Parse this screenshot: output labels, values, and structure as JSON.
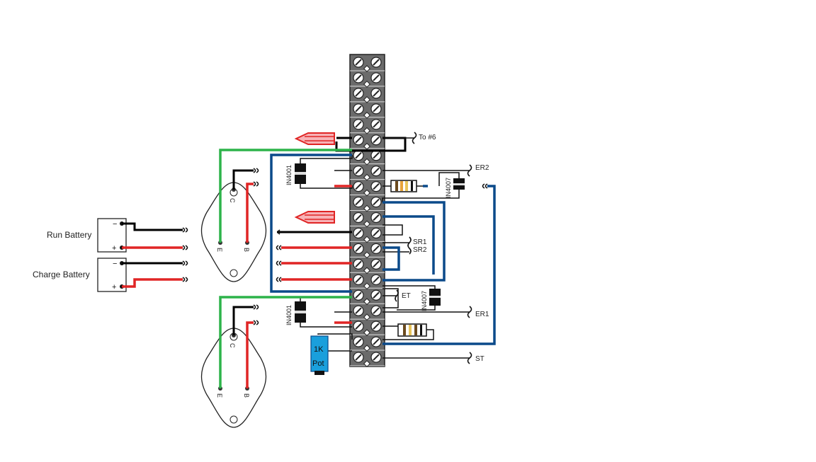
{
  "batteries": {
    "run_label": "Run Battery",
    "charge_label": "Charge Battery",
    "minus_glyph": "−",
    "plus_glyph": "+"
  },
  "transistors": {
    "top": {
      "c": "C",
      "e": "E",
      "b": "B"
    },
    "bottom": {
      "c": "C",
      "e": "E",
      "b": "B"
    }
  },
  "labels": {
    "to6": "To #6",
    "er2": "ER2",
    "er1": "ER1",
    "sr1": "SR1",
    "sr2": "SR2",
    "et": "ET",
    "st": "ST"
  },
  "diodes": {
    "top_left": "IN4001",
    "top_right": "IN4007",
    "bottom_left": "IN4001",
    "bottom_right": "IN4007"
  },
  "pot": {
    "line1": "1K",
    "line2": "Pot"
  },
  "terminal_block": {
    "terminal_count": 20
  },
  "colors": {
    "red": "#e02525",
    "green": "#2db34a",
    "blue": "#0b4a8a",
    "black": "#000000",
    "block": "#6b6b6b",
    "pot": "#1a9fdc",
    "fuse": "#e02525"
  }
}
